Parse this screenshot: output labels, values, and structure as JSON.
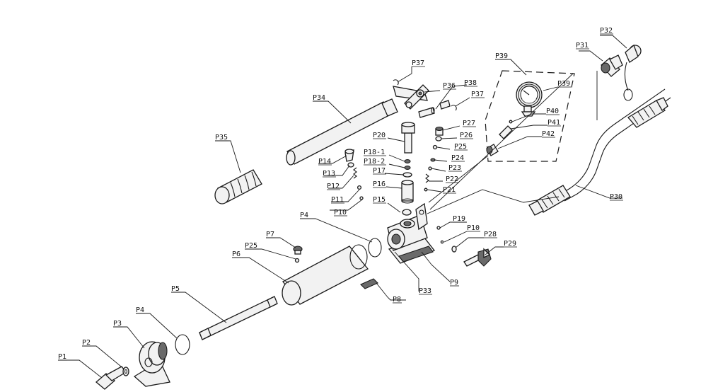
{
  "labels": {
    "p1": "P1",
    "p2": "P2",
    "p3": "P3",
    "p4a": "P4",
    "p4b": "P4",
    "p5": "P5",
    "p6": "P6",
    "p7": "P7",
    "p8": "P8",
    "p9": "P9",
    "p10a": "P10",
    "p10b": "P10",
    "p11": "P11",
    "p12": "P12",
    "p13": "P13",
    "p14": "P14",
    "p15": "P15",
    "p16": "P16",
    "p17": "P17",
    "p18_1": "P18-1",
    "p18_2": "P18-2",
    "p19": "P19",
    "p20": "P20",
    "p21": "P21",
    "p22": "P22",
    "p23": "P23",
    "p24": "P24",
    "p25a": "P25",
    "p25b": "P25",
    "p26": "P26",
    "p27": "P27",
    "p28": "P28",
    "p29": "P29",
    "p30": "P30",
    "p31": "P31",
    "p32": "P32",
    "p33": "P33",
    "p34": "P34",
    "p35": "P35",
    "p36": "P36",
    "p37a": "P37",
    "p37b": "P37",
    "p38": "P38",
    "p39a": "P39",
    "p39b": "P39",
    "p40": "P40",
    "p41": "P41",
    "p42": "P42"
  },
  "colors": {
    "line": "#1a1a1a",
    "fill": "#f2f2f2",
    "dark": "#6a6a6a"
  }
}
